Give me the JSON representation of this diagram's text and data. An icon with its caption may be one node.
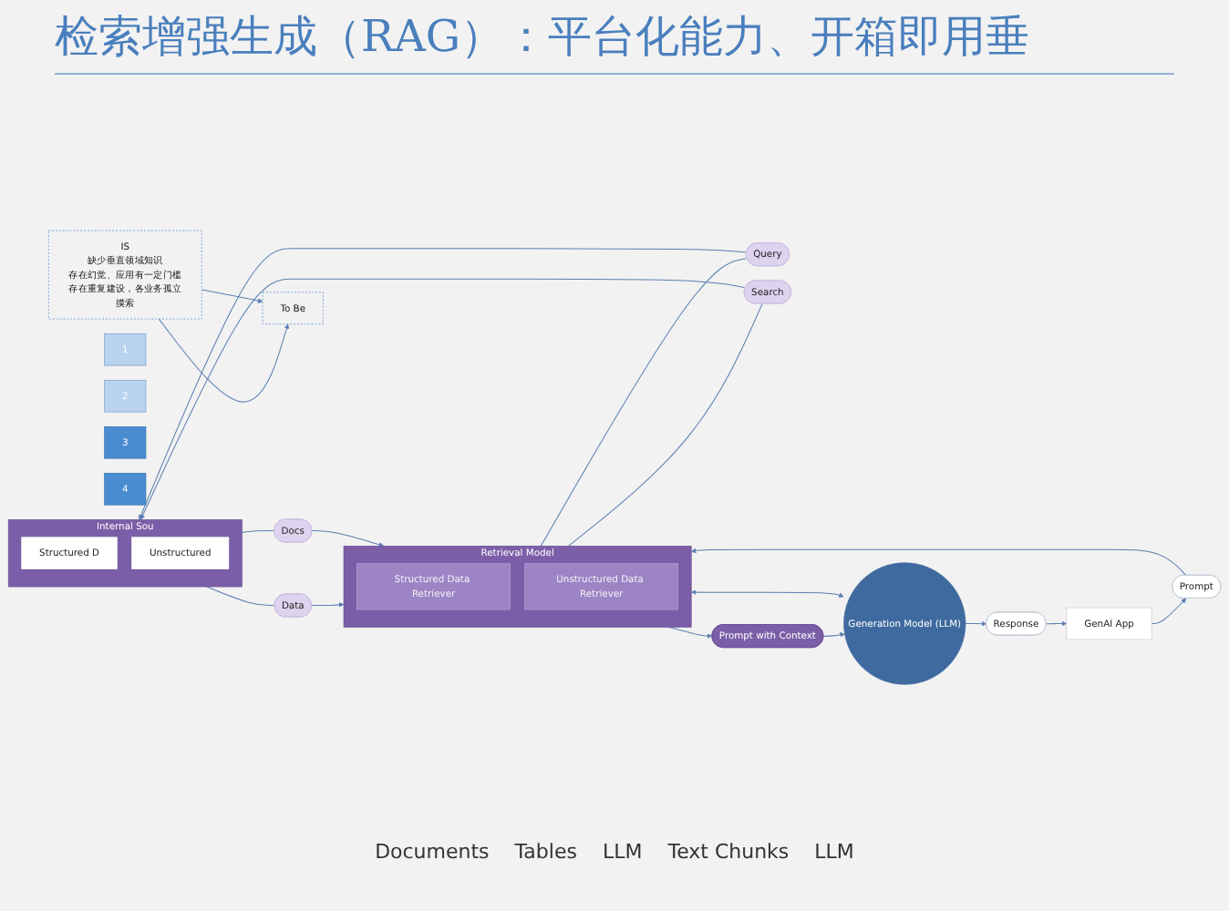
{
  "diagram": {
    "title": "检索增强生成（RAG）：平台化能力、开箱即用垂",
    "nodes": [
      {
        "text": [
          "GenAI App"
        ]
      },
      {
        "text": [
          "Prompt"
        ]
      },
      {
        "text": [
          "Retrieval Model"
        ]
      },
      {
        "text": [
          "Structured Data Retriever"
        ],
        "in": 2
      },
      {
        "text": [
          "Unstructured Data Retriever"
        ],
        "in": 2
      },
      {
        "text": [
          "Query"
        ]
      },
      {
        "text": [
          "Data"
        ]
      },
      {
        "text": [
          "Search"
        ]
      },
      {
        "text": [
          "Docs"
        ]
      },
      {
        "text": [
          "Internal Sou"
        ]
      },
      {
        "text": [
          "Structured D"
        ],
        "in": 9
      },
      {
        "text": [
          "Unstructured"
        ],
        "in": 9
      },
      {
        "text": [
          "1"
        ]
      },
      {
        "text": [
          "2"
        ]
      },
      {
        "text": [
          "Prompt with Context"
        ]
      },
      {
        "text": [
          "3"
        ]
      },
      {
        "text": [
          "Generation Model (LLM)"
        ]
      },
      {
        "text": [
          "4"
        ]
      },
      {
        "text": [
          "Response"
        ]
      },
      {
        "text": [
          "IS",
          "缺少垂直领域知识",
          "存在幻觉、应用有一定门槛",
          "存在重复建设，各业务孤立摸索"
        ]
      },
      {
        "text": [
          "To Be"
        ]
      }
    ],
    "edges": [
      {
        "from": 0,
        "to": 1,
        "arrow": "to"
      },
      {
        "from": 1,
        "to": 2,
        "arrow": "to"
      },
      {
        "from": 2,
        "to": 5,
        "arrow": "none"
      },
      {
        "from": 5,
        "to": 9,
        "arrow": "to"
      },
      {
        "from": 9,
        "to": 6,
        "arrow": "none"
      },
      {
        "from": 6,
        "to": 2,
        "arrow": "to"
      },
      {
        "from": 2,
        "to": 7,
        "arrow": "none"
      },
      {
        "from": 7,
        "to": 9,
        "arrow": "to"
      },
      {
        "from": 9,
        "to": 8,
        "arrow": "none"
      },
      {
        "from": 8,
        "to": 2,
        "arrow": "to"
      },
      {
        "from": 2,
        "to": 14,
        "arrow": "to"
      },
      {
        "from": 14,
        "to": 16,
        "arrow": "to"
      },
      {
        "from": 16,
        "to": 18,
        "arrow": "to"
      },
      {
        "from": 18,
        "to": 0,
        "arrow": "to"
      },
      {
        "from": 16,
        "to": 2,
        "arrow": "both"
      },
      {
        "from": 19,
        "to": 20,
        "arrow": "to"
      },
      {
        "from": 19,
        "to": 20,
        "arrow": "to"
      }
    ],
    "labels": [
      "Documents",
      "Tables",
      "LLM",
      "Text Chunks",
      "LLM"
    ]
  }
}
